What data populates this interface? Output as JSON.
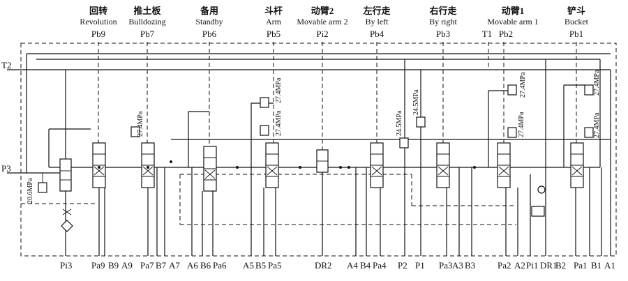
{
  "sections": [
    {
      "cn": "回转",
      "en": "Revolution",
      "pilot": "Pb9"
    },
    {
      "cn": "推土板",
      "en": "Bulldozing",
      "pilot": "Pb7"
    },
    {
      "cn": "备用",
      "en": "Standby",
      "pilot": "Pb6"
    },
    {
      "cn": "斗杆",
      "en": "Arm",
      "pilot": "Pb5"
    },
    {
      "cn": "动臂2",
      "en": "Movable arm 2",
      "pilot": "Pi2"
    },
    {
      "cn": "左行走",
      "en": "By left",
      "pilot": "Pb4"
    },
    {
      "cn": "右行走",
      "en": "By right",
      "pilot": "Pb3"
    },
    {
      "cn": "动臂1",
      "en": "Movable arm 1",
      "pilot": "Pb2"
    },
    {
      "cn": "铲斗",
      "en": "Bucket",
      "pilot": "Pb1"
    }
  ],
  "top_extra": {
    "t1": "T1"
  },
  "left_ports": {
    "t2": "T2",
    "p3": "P3"
  },
  "pressures": {
    "relief_206": "20.6MPa",
    "p274": "27.4MPa",
    "p245": "24.5MPa"
  },
  "bottom_ports": [
    "Pi3",
    "Pa9",
    "B9",
    "A9",
    "Pa7",
    "B7",
    "A7",
    "A6",
    "B6",
    "Pa6",
    "A5",
    "B5",
    "Pa5",
    "DR2",
    "A4",
    "B4",
    "Pa4",
    "P2",
    "P1",
    "Pa3",
    "A3",
    "B3",
    "Pa2",
    "A2",
    "Pi1",
    "DR1",
    "B2",
    "Pa1",
    "B1",
    "A1"
  ]
}
